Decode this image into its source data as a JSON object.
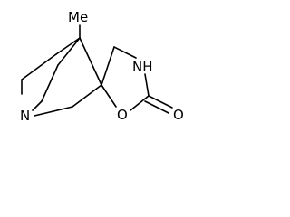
{
  "molecule": {
    "atoms": {
      "methyl": "Me",
      "amine_n": "N",
      "amide_nh": "NH",
      "ring_o": "O",
      "carbonyl_o": "O"
    }
  }
}
